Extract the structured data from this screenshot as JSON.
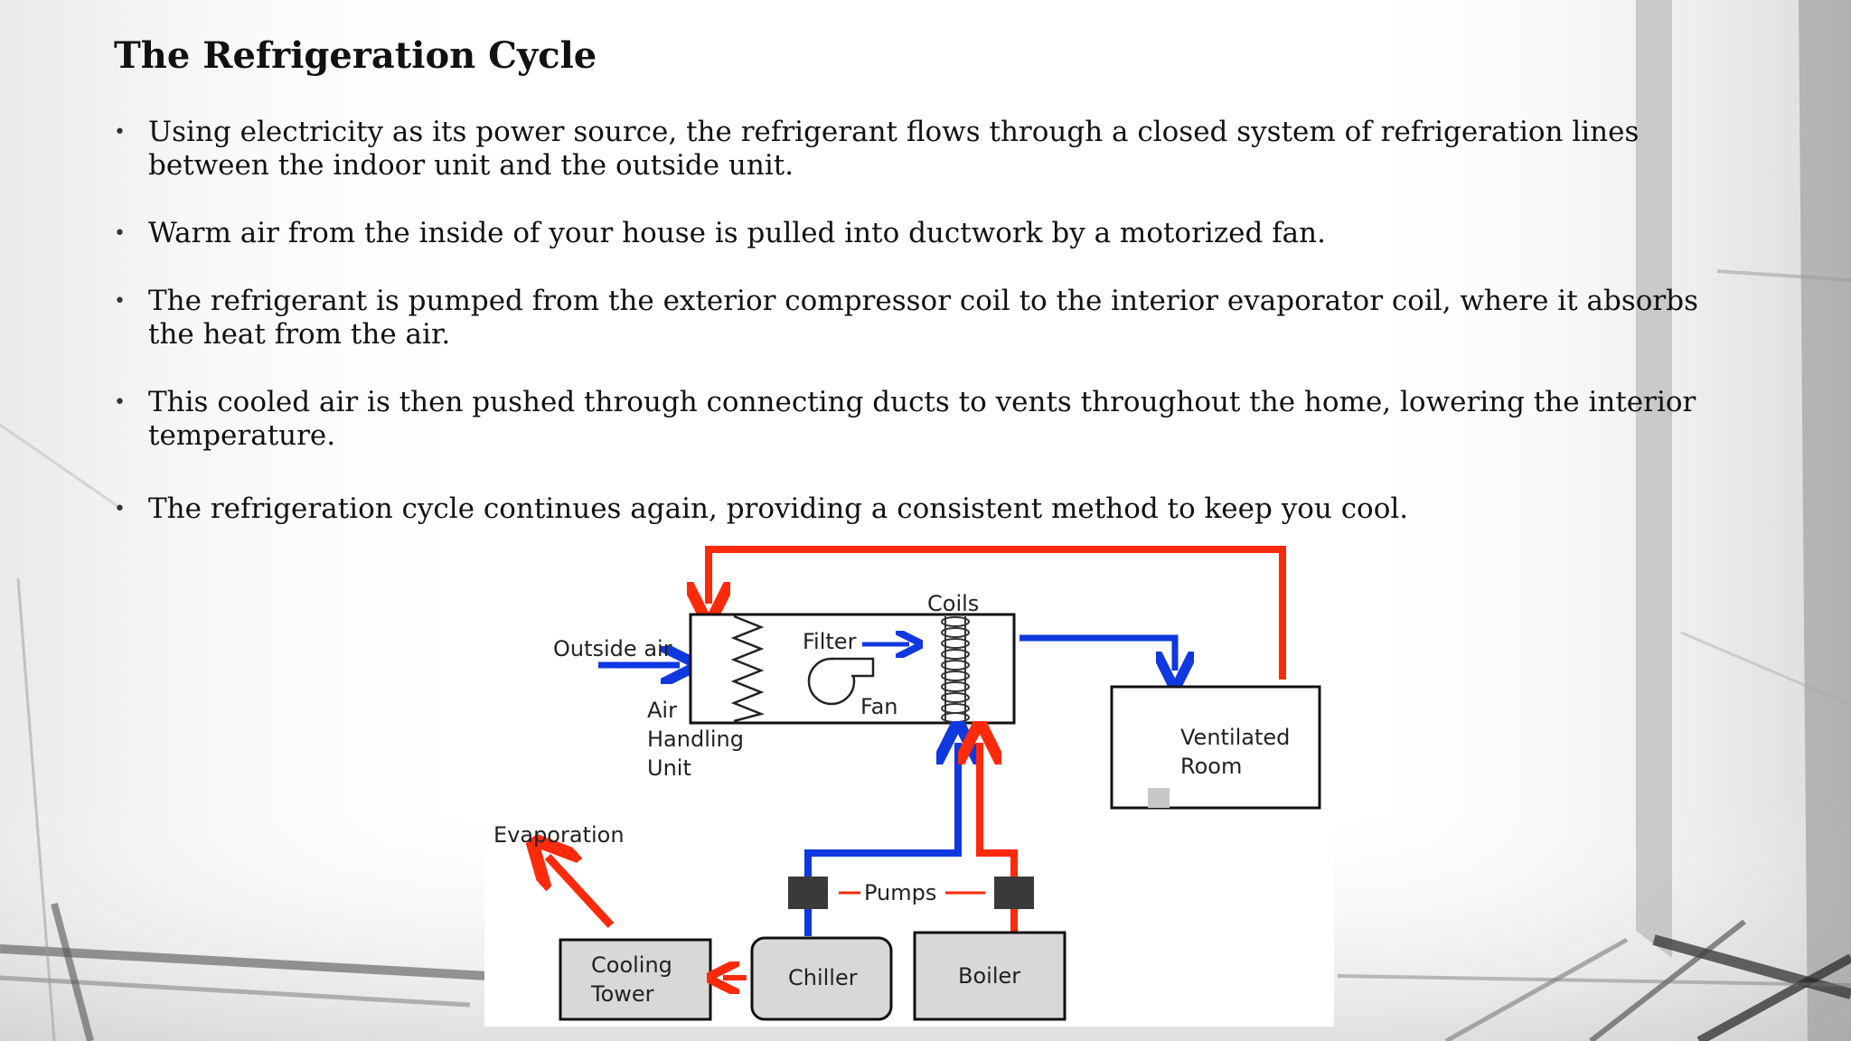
{
  "title": "The Refrigeration Cycle",
  "bullets": [
    "Using electricity as its power source, the refrigerant flows through a closed system of refrigeration lines between the indoor unit and the outside unit.",
    "Warm air from the inside of your house is pulled into ductwork by a motorized fan.",
    "The refrigerant is pumped from the exterior compressor coil to the interior evaporator coil, where it absorbs the heat from the air.",
    "This cooled air is then pushed through connecting ducts to vents throughout the home, lowering the interior temperature.",
    "The refrigeration cycle continues again, providing a consistent method to keep you cool."
  ],
  "diagram": {
    "outside_air": "Outside air",
    "filter": "Filter",
    "coils": "Coils",
    "fan": "Fan",
    "ahu_line1": "Air",
    "ahu_line2": "Handling",
    "ahu_line3": "Unit",
    "room_line1": "Ventilated",
    "room_line2": "Room",
    "evaporation": "Evaporation",
    "pumps": "Pumps",
    "tower_line1": "Cooling",
    "tower_line2": "Tower",
    "chiller": "Chiller",
    "boiler": "Boiler",
    "colors": {
      "hot": "#ff2a0a",
      "cold": "#1038e0",
      "box_fill": "#d8d8d8",
      "pump": "#3a3a3a"
    }
  }
}
